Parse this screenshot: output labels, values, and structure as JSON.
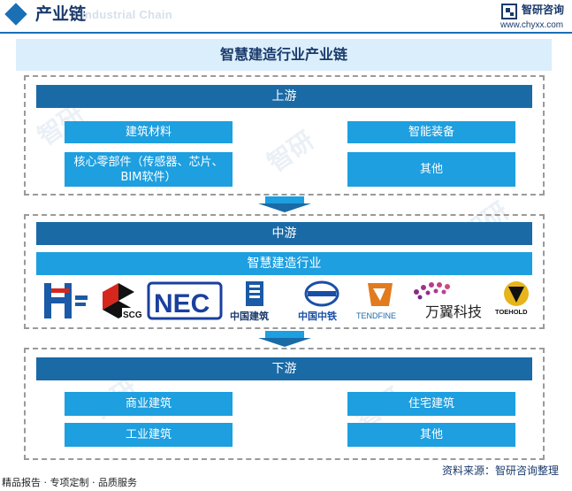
{
  "header": {
    "title": "产业链",
    "watermark": "Industrial Chain",
    "brand_name": "智研咨询",
    "brand_url": "www.chyxx.com"
  },
  "main_title": "智慧建造行业产业链",
  "upstream": {
    "label": "上游",
    "items": [
      "建筑材料",
      "智能装备",
      "核心零部件（传感器、芯片、BIM软件）",
      "其他"
    ]
  },
  "midstream": {
    "label": "中游",
    "industry": "智慧建造行业",
    "logos": [
      {
        "icon": "hongxing-logo",
        "text": ""
      },
      {
        "icon": "scg-logo",
        "text": "SCG"
      },
      {
        "icon": "nec-logo",
        "text": "NEC"
      },
      {
        "icon": "cscec-logo",
        "text": "中国建筑"
      },
      {
        "icon": "crec-logo",
        "text": "中国中铁"
      },
      {
        "icon": "tendfine-logo",
        "text": "TENDFINE"
      },
      {
        "icon": "wanyi-logo",
        "text": "万翼科技"
      },
      {
        "icon": "toehold-logo",
        "text": "TOEHOLD"
      }
    ]
  },
  "downstream": {
    "label": "下游",
    "items": [
      "商业建筑",
      "住宅建筑",
      "工业建筑",
      "其他"
    ]
  },
  "footer": {
    "slogan": "精品报告 · 专项定制 · 品质服务",
    "source": "资料来源：智研咨询整理"
  },
  "colors": {
    "dark_bar": "#1a6aa6",
    "light_box": "#1d9fe0",
    "title_bg": "#dbeefb",
    "accent": "#1a6fb5"
  }
}
